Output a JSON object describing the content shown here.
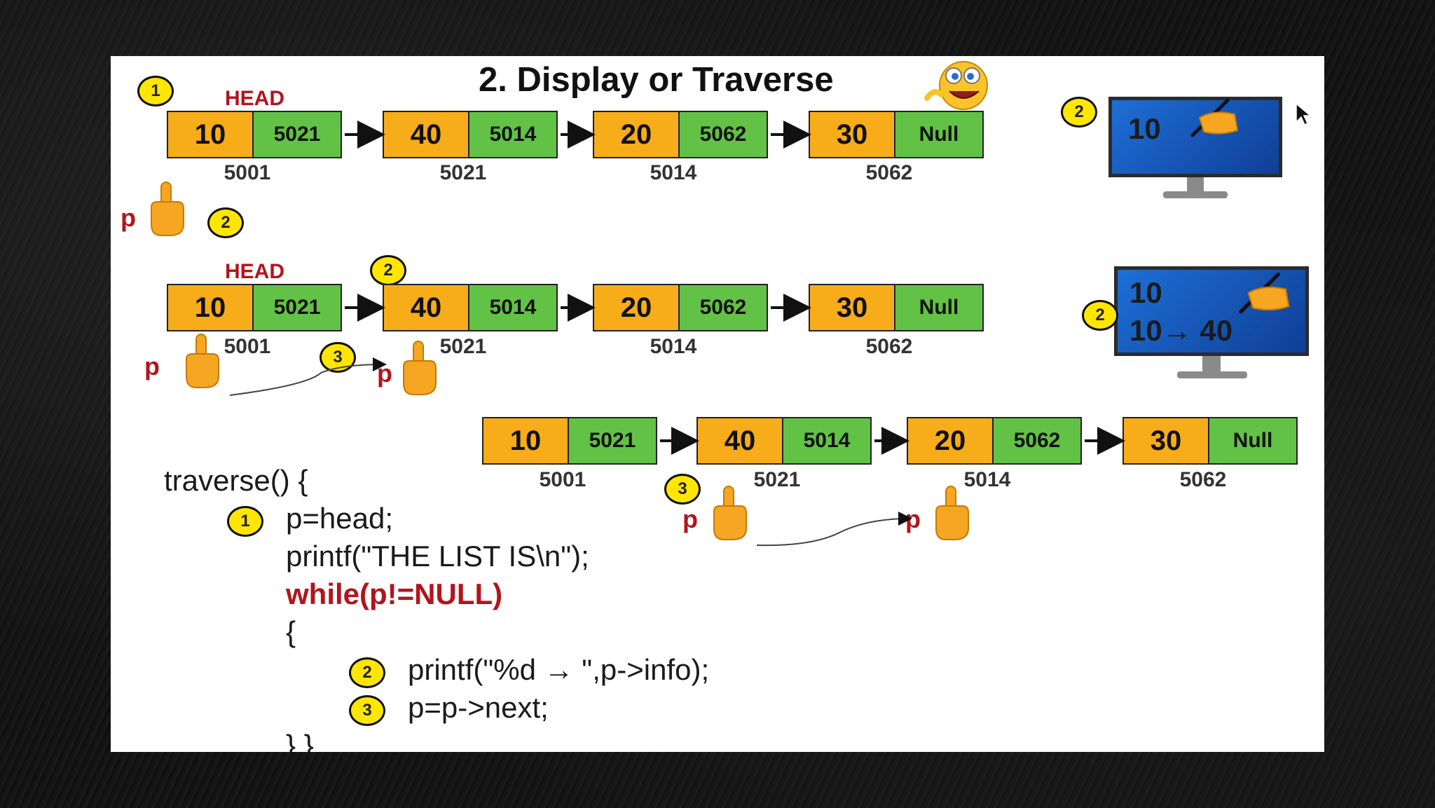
{
  "title": "2. Display or Traverse",
  "head_label": "HEAD",
  "pointer_label": "p",
  "node_sets": [
    {
      "nodes": [
        {
          "info": "10",
          "next": "5021",
          "address": "5001"
        },
        {
          "info": "40",
          "next": "5014",
          "address": "5021"
        },
        {
          "info": "20",
          "next": "5062",
          "address": "5014"
        },
        {
          "info": "30",
          "next": "Null",
          "address": "5062"
        }
      ]
    },
    {
      "nodes": [
        {
          "info": "10",
          "next": "5021",
          "address": "5001"
        },
        {
          "info": "40",
          "next": "5014",
          "address": "5021"
        },
        {
          "info": "20",
          "next": "5062",
          "address": "5014"
        },
        {
          "info": "30",
          "next": "Null",
          "address": "5062"
        }
      ]
    },
    {
      "nodes": [
        {
          "info": "10",
          "next": "5021",
          "address": "5001"
        },
        {
          "info": "40",
          "next": "5014",
          "address": "5021"
        },
        {
          "info": "20",
          "next": "5062",
          "address": "5014"
        },
        {
          "info": "30",
          "next": "Null",
          "address": "5062"
        }
      ]
    }
  ],
  "badges": {
    "one": "1",
    "two": "2",
    "three": "3"
  },
  "monitor_1": {
    "lines": [
      "10"
    ]
  },
  "monitor_2": {
    "lines": [
      "10",
      "10→ 40"
    ]
  },
  "code": {
    "line1": "traverse() {",
    "line2": "p=head;",
    "line3": "printf(\"THE LIST IS\\n\");",
    "line4": "while(p!=NULL)",
    "line5": "{",
    "line6": "printf(\"%d →       \",p->info);",
    "line7": "p=p->next;",
    "line8": "}   }"
  },
  "colors": {
    "info_cell": "#f7ac1a",
    "next_cell": "#62c245",
    "label_red": "#b3141c",
    "badge_yellow": "#ffe600",
    "screen_blue": "#1e6fd6"
  },
  "icons": [
    "pointing-hand-icon",
    "writing-hand-icon",
    "monitor-icon",
    "smiley-icon",
    "cursor-icon"
  ]
}
